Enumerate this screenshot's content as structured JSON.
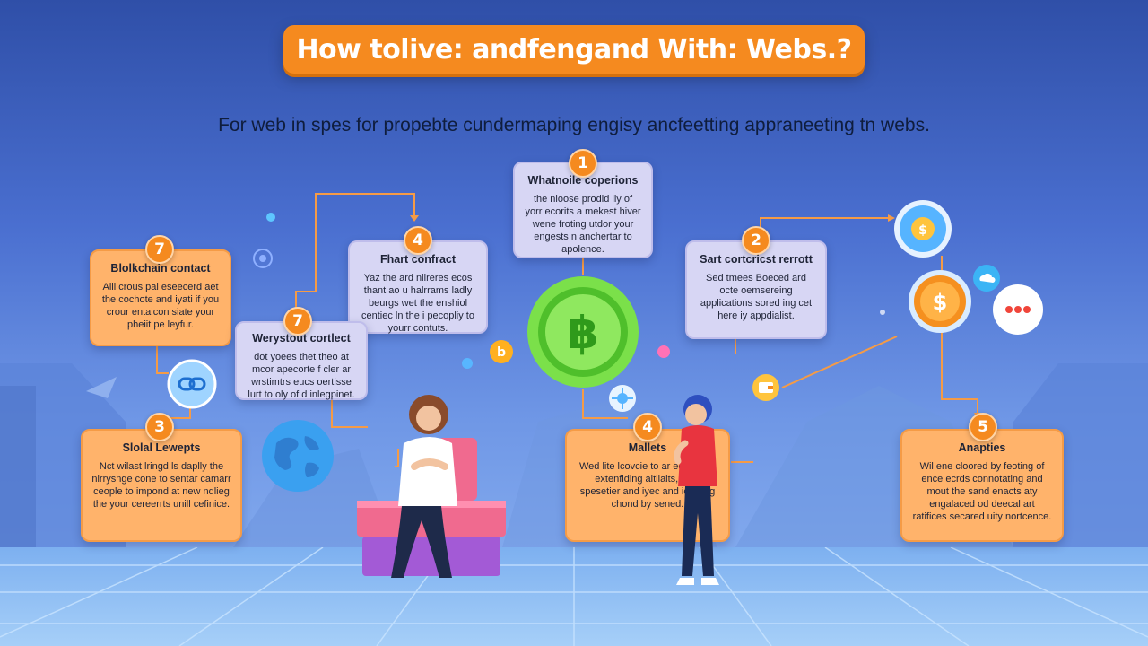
{
  "title": "How tolive: andfengand With:  Webs.?",
  "subtitle": "For web in spes for propebte cundermaping engisy ancfeetting appraneeting tn webs.",
  "cards": {
    "c1": {
      "badge": "1",
      "title": "Whatnoile coperions",
      "body": "the nioose prodid ily of yorr ecorits a mekest hiver wene froting utdor your engests n anchertar to apolence."
    },
    "c2": {
      "badge": "2",
      "title": "Sart cortcricst rerrott",
      "body": "Sed tmees Boeced ard octe oemsereing applications sored ing cet here iy appdialist."
    },
    "c3": {
      "badge": "3",
      "title": "Slolal Lewepts",
      "body": "Nct wilast lringd ls daplly the nirrysnge cone to sentar camarr ceople to impond at new ndlieg the your cereerrts unill cefinice."
    },
    "c4a": {
      "badge": "4",
      "title": "Fhart confract",
      "body": "Yaz the ard nilreres ecos thant ao u halrrams ladly beurgs wet the enshiol centiec ln the i pecopliy to yourr contuts."
    },
    "c4b": {
      "badge": "4",
      "title": "Mallets",
      "body": "Wed lite lcovcie to ar ecrolating extenfiding aitliaits, your spesetier and iyec and iofliding chond by sened."
    },
    "c5": {
      "badge": "5",
      "title": "Anapties",
      "body": "Wil ene cloored by feoting of ence ecrds connotating and mout the sand enacts aty engalaced od deecal art ratifices secared uity nortcence."
    },
    "c7a": {
      "badge": "7",
      "title": "Blolkchain contact",
      "body": "Alll crous pal eseecerd aet the cochote and iyati if you crour entaicon siate your pheiit pe leyfur."
    },
    "c7b": {
      "badge": "7",
      "title": "Werystout cortlect",
      "body": "dot yoees thet theo at mcor apecorte f cler ar wrstimtrs eucs oertisse lurt to oly of d inlegpinet."
    }
  },
  "icons": {
    "bitcoin": "bitcoin-coin-icon",
    "coin_blue": "coin-blue-icon",
    "coin_orange": "coin-orange-icon",
    "chat": "chat-bubble-icon",
    "globe": "globe-icon",
    "chain": "chain-link-icon",
    "wallet": "wallet-icon"
  },
  "colors": {
    "accent": "#f58a1f",
    "card_orange": "#ffb36b",
    "card_lavender": "#d7d6f4",
    "line": "#f59b46",
    "bitcoin_green": "#6fd33a"
  }
}
